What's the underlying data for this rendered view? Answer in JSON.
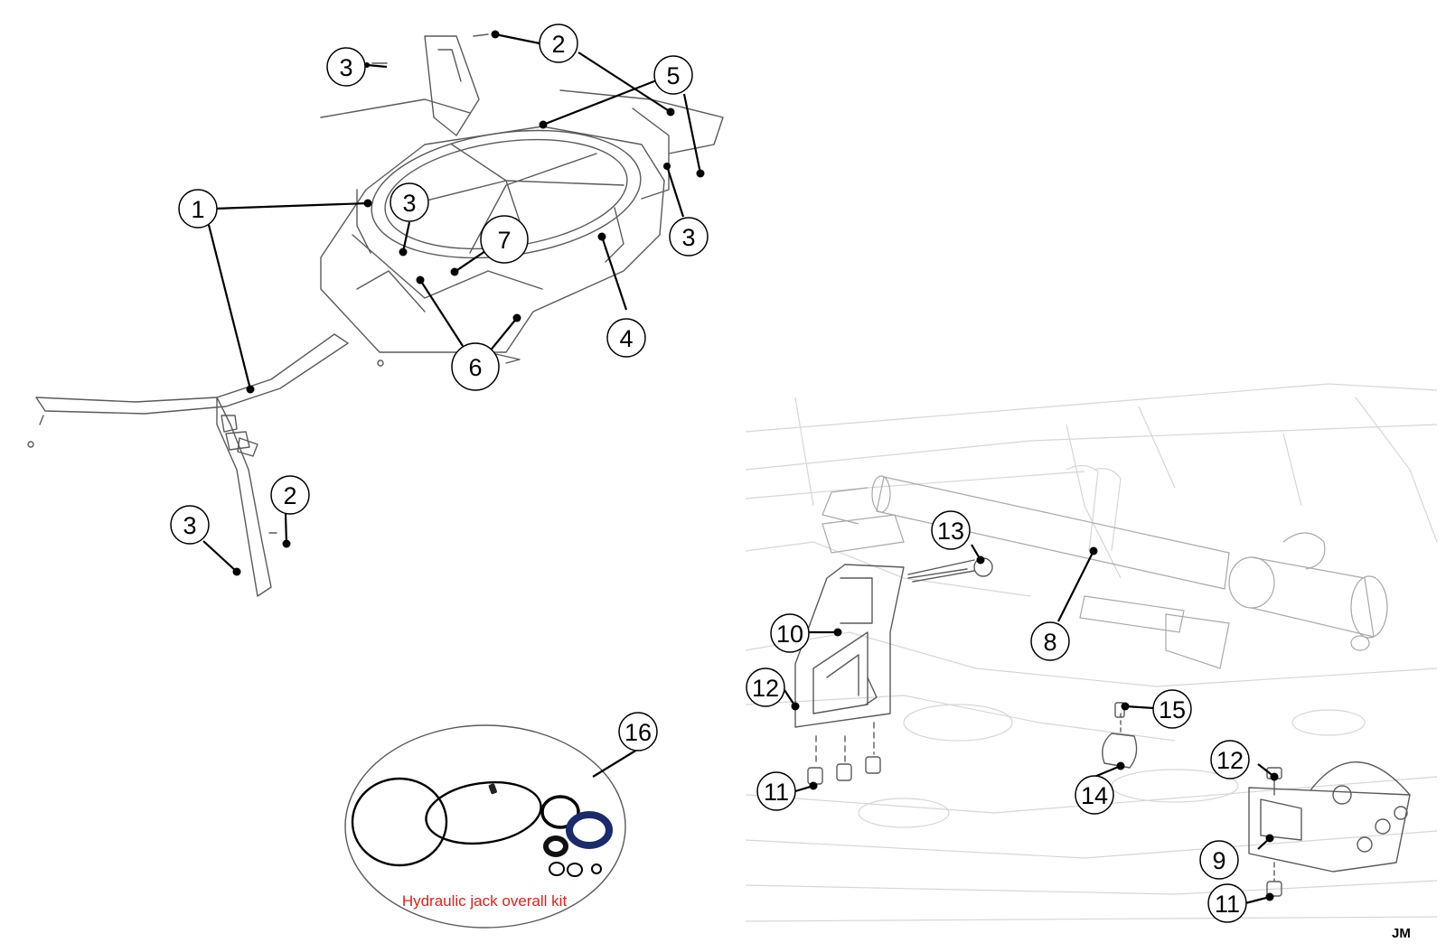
{
  "diagram": {
    "kit_label": "Hydraulic jack overall kit",
    "corner_mark": "JM",
    "callouts": [
      {
        "n": "1"
      },
      {
        "n": "2"
      },
      {
        "n": "2"
      },
      {
        "n": "3"
      },
      {
        "n": "3"
      },
      {
        "n": "3"
      },
      {
        "n": "3"
      },
      {
        "n": "4"
      },
      {
        "n": "5"
      },
      {
        "n": "6"
      },
      {
        "n": "7"
      },
      {
        "n": "8"
      },
      {
        "n": "9"
      },
      {
        "n": "10"
      },
      {
        "n": "11"
      },
      {
        "n": "11"
      },
      {
        "n": "12"
      },
      {
        "n": "12"
      },
      {
        "n": "13"
      },
      {
        "n": "14"
      },
      {
        "n": "15"
      },
      {
        "n": "16"
      }
    ]
  }
}
